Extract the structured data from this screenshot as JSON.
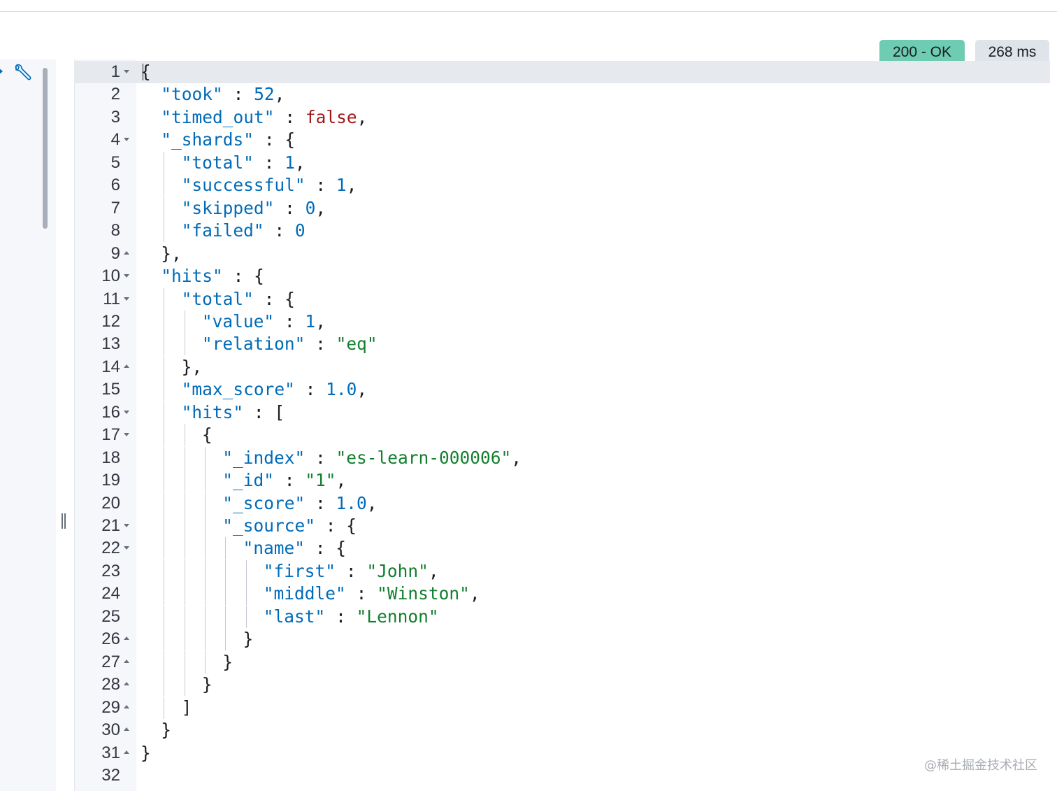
{
  "response": {
    "status_badge": "200 - OK",
    "time_badge": "268 ms"
  },
  "editor": {
    "lines": [
      {
        "n": "1",
        "fold": "down",
        "indent": 0,
        "tokens": [
          {
            "t": "p",
            "v": "{"
          }
        ]
      },
      {
        "n": "2",
        "fold": "",
        "indent": 1,
        "tokens": [
          {
            "t": "k",
            "v": "\"took\""
          },
          {
            "t": "p",
            "v": " : "
          },
          {
            "t": "n",
            "v": "52"
          },
          {
            "t": "p",
            "v": ","
          }
        ]
      },
      {
        "n": "3",
        "fold": "",
        "indent": 1,
        "tokens": [
          {
            "t": "k",
            "v": "\"timed_out\""
          },
          {
            "t": "p",
            "v": " : "
          },
          {
            "t": "b",
            "v": "false"
          },
          {
            "t": "p",
            "v": ","
          }
        ]
      },
      {
        "n": "4",
        "fold": "down",
        "indent": 1,
        "tokens": [
          {
            "t": "k",
            "v": "\"_shards\""
          },
          {
            "t": "p",
            "v": " : {"
          }
        ]
      },
      {
        "n": "5",
        "fold": "",
        "indent": 2,
        "tokens": [
          {
            "t": "k",
            "v": "\"total\""
          },
          {
            "t": "p",
            "v": " : "
          },
          {
            "t": "n",
            "v": "1"
          },
          {
            "t": "p",
            "v": ","
          }
        ]
      },
      {
        "n": "6",
        "fold": "",
        "indent": 2,
        "tokens": [
          {
            "t": "k",
            "v": "\"successful\""
          },
          {
            "t": "p",
            "v": " : "
          },
          {
            "t": "n",
            "v": "1"
          },
          {
            "t": "p",
            "v": ","
          }
        ]
      },
      {
        "n": "7",
        "fold": "",
        "indent": 2,
        "tokens": [
          {
            "t": "k",
            "v": "\"skipped\""
          },
          {
            "t": "p",
            "v": " : "
          },
          {
            "t": "n",
            "v": "0"
          },
          {
            "t": "p",
            "v": ","
          }
        ]
      },
      {
        "n": "8",
        "fold": "",
        "indent": 2,
        "tokens": [
          {
            "t": "k",
            "v": "\"failed\""
          },
          {
            "t": "p",
            "v": " : "
          },
          {
            "t": "n",
            "v": "0"
          }
        ]
      },
      {
        "n": "9",
        "fold": "up",
        "indent": 1,
        "tokens": [
          {
            "t": "p",
            "v": "},"
          }
        ]
      },
      {
        "n": "10",
        "fold": "down",
        "indent": 1,
        "tokens": [
          {
            "t": "k",
            "v": "\"hits\""
          },
          {
            "t": "p",
            "v": " : {"
          }
        ]
      },
      {
        "n": "11",
        "fold": "down",
        "indent": 2,
        "tokens": [
          {
            "t": "k",
            "v": "\"total\""
          },
          {
            "t": "p",
            "v": " : {"
          }
        ]
      },
      {
        "n": "12",
        "fold": "",
        "indent": 3,
        "tokens": [
          {
            "t": "k",
            "v": "\"value\""
          },
          {
            "t": "p",
            "v": " : "
          },
          {
            "t": "n",
            "v": "1"
          },
          {
            "t": "p",
            "v": ","
          }
        ]
      },
      {
        "n": "13",
        "fold": "",
        "indent": 3,
        "tokens": [
          {
            "t": "k",
            "v": "\"relation\""
          },
          {
            "t": "p",
            "v": " : "
          },
          {
            "t": "s",
            "v": "\"eq\""
          }
        ]
      },
      {
        "n": "14",
        "fold": "up",
        "indent": 2,
        "tokens": [
          {
            "t": "p",
            "v": "},"
          }
        ]
      },
      {
        "n": "15",
        "fold": "",
        "indent": 2,
        "tokens": [
          {
            "t": "k",
            "v": "\"max_score\""
          },
          {
            "t": "p",
            "v": " : "
          },
          {
            "t": "n",
            "v": "1.0"
          },
          {
            "t": "p",
            "v": ","
          }
        ]
      },
      {
        "n": "16",
        "fold": "down",
        "indent": 2,
        "tokens": [
          {
            "t": "k",
            "v": "\"hits\""
          },
          {
            "t": "p",
            "v": " : ["
          }
        ]
      },
      {
        "n": "17",
        "fold": "down",
        "indent": 3,
        "tokens": [
          {
            "t": "p",
            "v": "{"
          }
        ]
      },
      {
        "n": "18",
        "fold": "",
        "indent": 4,
        "tokens": [
          {
            "t": "k",
            "v": "\"_index\""
          },
          {
            "t": "p",
            "v": " : "
          },
          {
            "t": "s",
            "v": "\"es-learn-000006\""
          },
          {
            "t": "p",
            "v": ","
          }
        ]
      },
      {
        "n": "19",
        "fold": "",
        "indent": 4,
        "tokens": [
          {
            "t": "k",
            "v": "\"_id\""
          },
          {
            "t": "p",
            "v": " : "
          },
          {
            "t": "s",
            "v": "\"1\""
          },
          {
            "t": "p",
            "v": ","
          }
        ]
      },
      {
        "n": "20",
        "fold": "",
        "indent": 4,
        "tokens": [
          {
            "t": "k",
            "v": "\"_score\""
          },
          {
            "t": "p",
            "v": " : "
          },
          {
            "t": "n",
            "v": "1.0"
          },
          {
            "t": "p",
            "v": ","
          }
        ]
      },
      {
        "n": "21",
        "fold": "down",
        "indent": 4,
        "tokens": [
          {
            "t": "k",
            "v": "\"_source\""
          },
          {
            "t": "p",
            "v": " : {"
          }
        ]
      },
      {
        "n": "22",
        "fold": "down",
        "indent": 5,
        "tokens": [
          {
            "t": "k",
            "v": "\"name\""
          },
          {
            "t": "p",
            "v": " : {"
          }
        ]
      },
      {
        "n": "23",
        "fold": "",
        "indent": 6,
        "tokens": [
          {
            "t": "k",
            "v": "\"first\""
          },
          {
            "t": "p",
            "v": " : "
          },
          {
            "t": "s",
            "v": "\"John\""
          },
          {
            "t": "p",
            "v": ","
          }
        ]
      },
      {
        "n": "24",
        "fold": "",
        "indent": 6,
        "tokens": [
          {
            "t": "k",
            "v": "\"middle\""
          },
          {
            "t": "p",
            "v": " : "
          },
          {
            "t": "s",
            "v": "\"Winston\""
          },
          {
            "t": "p",
            "v": ","
          }
        ]
      },
      {
        "n": "25",
        "fold": "",
        "indent": 6,
        "tokens": [
          {
            "t": "k",
            "v": "\"last\""
          },
          {
            "t": "p",
            "v": " : "
          },
          {
            "t": "s",
            "v": "\"Lennon\""
          }
        ]
      },
      {
        "n": "26",
        "fold": "up",
        "indent": 5,
        "tokens": [
          {
            "t": "p",
            "v": "}"
          }
        ]
      },
      {
        "n": "27",
        "fold": "up",
        "indent": 4,
        "tokens": [
          {
            "t": "p",
            "v": "}"
          }
        ]
      },
      {
        "n": "28",
        "fold": "up",
        "indent": 3,
        "tokens": [
          {
            "t": "p",
            "v": "}"
          }
        ]
      },
      {
        "n": "29",
        "fold": "up",
        "indent": 2,
        "tokens": [
          {
            "t": "p",
            "v": "]"
          }
        ]
      },
      {
        "n": "30",
        "fold": "up",
        "indent": 1,
        "tokens": [
          {
            "t": "p",
            "v": "}"
          }
        ]
      },
      {
        "n": "31",
        "fold": "up",
        "indent": 0,
        "tokens": [
          {
            "t": "p",
            "v": "}"
          }
        ]
      },
      {
        "n": "32",
        "fold": "",
        "indent": 0,
        "tokens": []
      }
    ]
  },
  "watermark": "@稀土掘金技术社区",
  "colors": {
    "key": "#006bb8",
    "number": "#006bb8",
    "string": "#127f2e",
    "boolean": "#a01a1a",
    "status_ok": "#6dccb1"
  },
  "icons": [
    "run-arrow-icon",
    "wrench-icon",
    "resize-handle-icon"
  ]
}
